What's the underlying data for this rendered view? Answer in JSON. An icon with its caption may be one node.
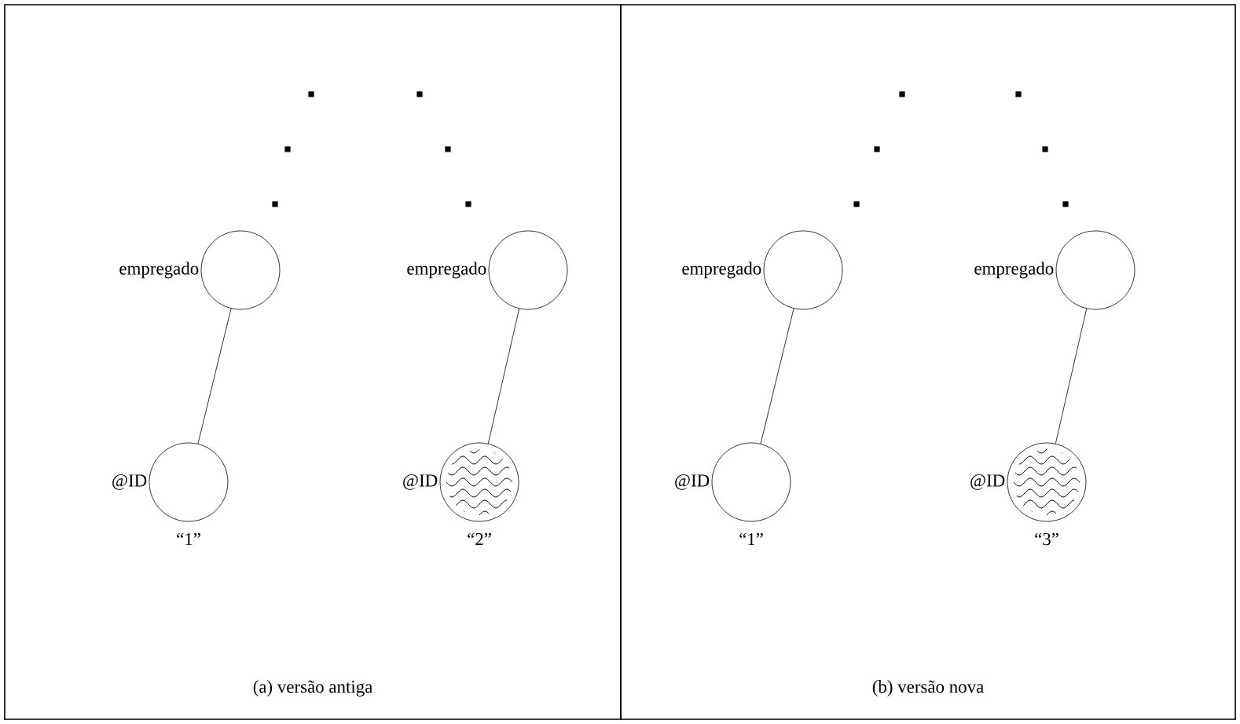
{
  "diagram": {
    "nodes": [
      {
        "text": [
          "(a) versão antiga"
        ]
      },
      {
        "text": [],
        "shape": "circle",
        "beside": [
          "empregado"
        ],
        "in": 0
      },
      {
        "text": [],
        "shape": "circle",
        "beside": [
          "empregado"
        ],
        "in": 0
      },
      {
        "text": [],
        "shape": "circle",
        "beside": [
          "@ID",
          "“1”"
        ],
        "in": 0
      },
      {
        "text": [],
        "shape": "circle",
        "beside": [
          "@ID",
          "“2”"
        ],
        "in": 0
      },
      {
        "text": [
          "(b) versão nova"
        ]
      },
      {
        "text": [],
        "shape": "circle",
        "beside": [
          "empregado"
        ],
        "in": 5
      },
      {
        "text": [],
        "shape": "circle",
        "beside": [
          "empregado"
        ],
        "in": 5
      },
      {
        "text": [],
        "shape": "circle",
        "beside": [
          "@ID",
          "“1”"
        ],
        "in": 5
      },
      {
        "text": [],
        "shape": "circle",
        "beside": [
          "@ID",
          "“3”"
        ],
        "in": 5
      }
    ],
    "edges": [
      {
        "from": 1,
        "to": 3,
        "arrow": "none"
      },
      {
        "from": 2,
        "to": 4,
        "arrow": "none"
      },
      {
        "from": 6,
        "to": 8,
        "arrow": "none"
      },
      {
        "from": 7,
        "to": 9,
        "arrow": "none"
      }
    ]
  }
}
